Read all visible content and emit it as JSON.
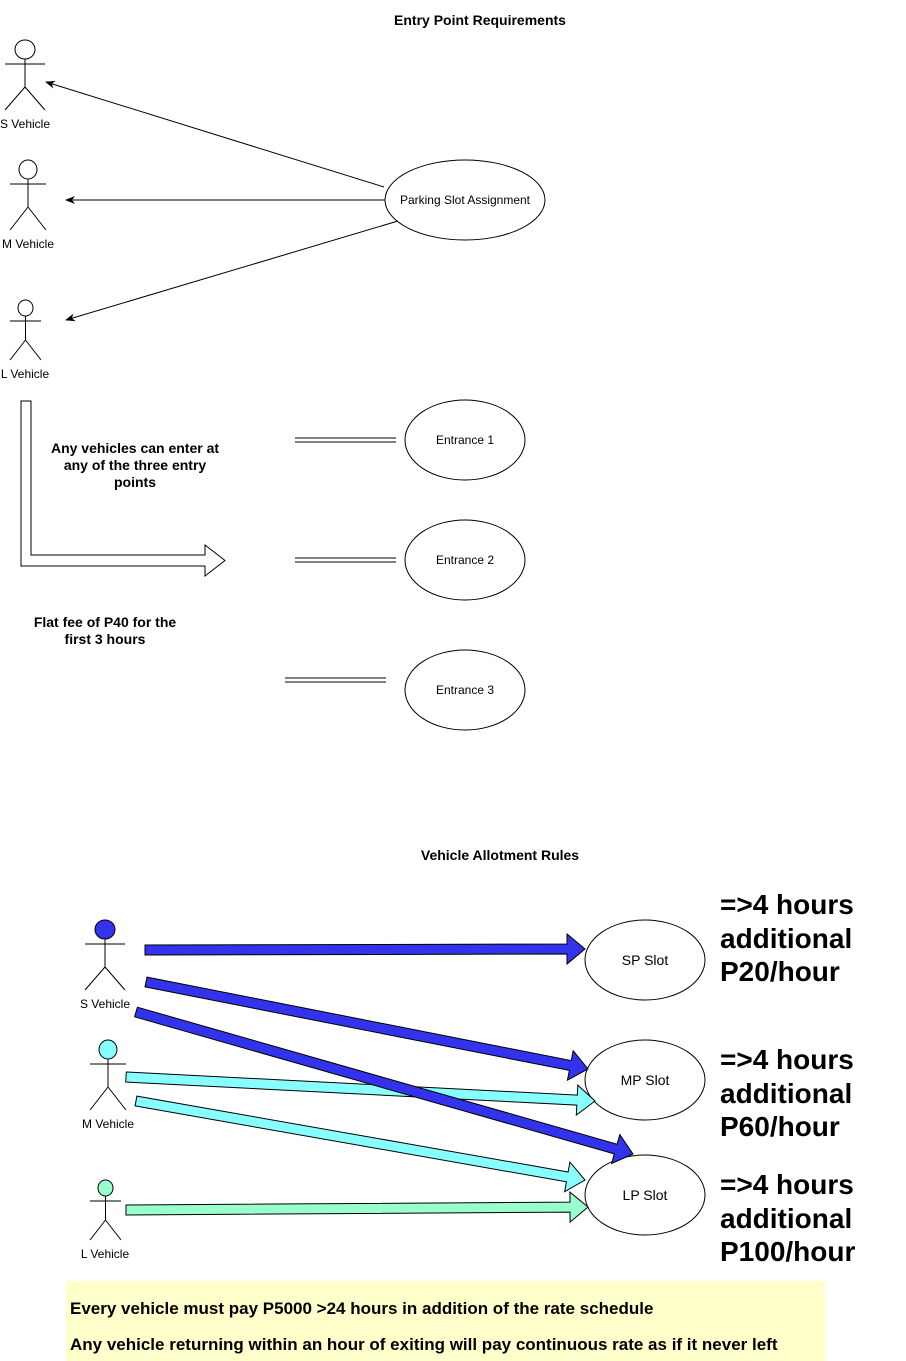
{
  "titles": {
    "entry": "Entry Point Requirements",
    "allotment": "Vehicle Allotment Rules"
  },
  "actors_top": {
    "s": "S Vehicle",
    "m": "M Vehicle",
    "l": "L Vehicle"
  },
  "actors_bottom": {
    "s": "S Vehicle",
    "m": "M Vehicle",
    "l": "L Vehicle"
  },
  "use_cases": {
    "parking": "Parking Slot Assignment",
    "entrance1": "Entrance 1",
    "entrance2": "Entrance 2",
    "entrance3": "Entrance 3",
    "sp": "SP Slot",
    "mp": "MP Slot",
    "lp": "LP Slot"
  },
  "notes": {
    "any_entry": "Any vehicles can enter at any of the three entry points",
    "flat_fee": "Flat fee of P40 for the first 3 hours"
  },
  "rates": {
    "sp": [
      "=>4 hours",
      "additional",
      "P20/hour"
    ],
    "mp": [
      "=>4 hours",
      "additional",
      "P60/hour"
    ],
    "lp": [
      "=>4 hours",
      "additional",
      "P100/hour"
    ]
  },
  "footer": {
    "line1": "Every vehicle must pay P5000 >24 hours in addition of the rate schedule",
    "line2": "Any vehicle returning within an hour of exiting will pay continuous rate as if it never left"
  },
  "colors": {
    "s_vehicle": "#3333ee",
    "m_vehicle": "#88ffff",
    "l_vehicle": "#99ffcc",
    "footer_bg": "#ffffcc"
  }
}
